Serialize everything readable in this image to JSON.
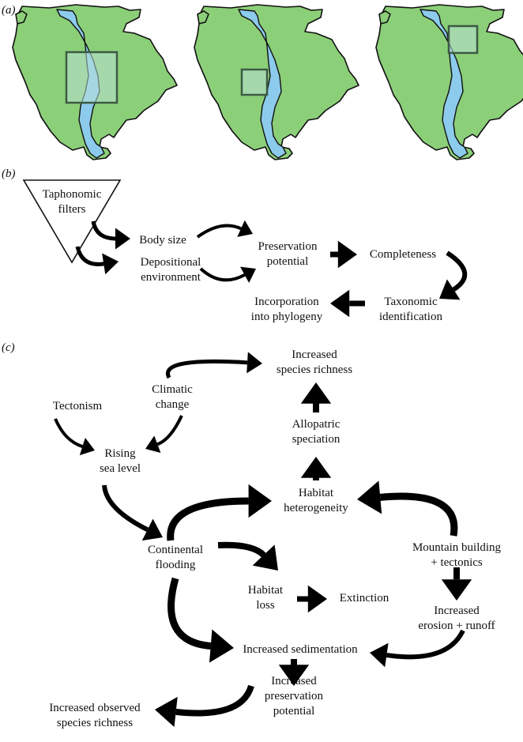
{
  "panels": {
    "a": "(a)",
    "b": "(b)",
    "c": "(c)"
  },
  "b": {
    "taphonomic": [
      "Taphonomic",
      "filters"
    ],
    "body_size": [
      "Body size"
    ],
    "depositional": [
      "Depositional",
      "environment"
    ],
    "preservation": [
      "Preservation",
      "potential"
    ],
    "completeness": [
      "Completeness"
    ],
    "taxonomic": [
      "Taxonomic",
      "identification"
    ],
    "incorporation": [
      "Incorporation",
      "into phylogeny"
    ]
  },
  "c": {
    "inc_richness": [
      "Increased",
      "species richness"
    ],
    "climatic": [
      "Climatic",
      "change"
    ],
    "tectonism": [
      "Tectonism"
    ],
    "allopatric": [
      "Allopatric",
      "speciation"
    ],
    "rising": [
      "Rising",
      "sea level"
    ],
    "heterogeneity": [
      "Habitat",
      "heterogeneity"
    ],
    "continental": [
      "Continental",
      "flooding"
    ],
    "mountain": [
      "Mountain building",
      "+ tectonics"
    ],
    "habitat_loss": [
      "Habitat",
      "loss"
    ],
    "extinction": [
      "Extinction"
    ],
    "erosion": [
      "Increased",
      "erosion + runoff"
    ],
    "sedimentation": [
      "Increased sedimentation"
    ],
    "inc_preservation": [
      "Increased",
      "preservation",
      "potential"
    ],
    "observed": [
      "Increased observed",
      "species richness"
    ]
  },
  "colors": {
    "land": "#8ccf79",
    "water": "#8ccbeb",
    "square": "#3c5a44",
    "arrow": "#000000"
  }
}
